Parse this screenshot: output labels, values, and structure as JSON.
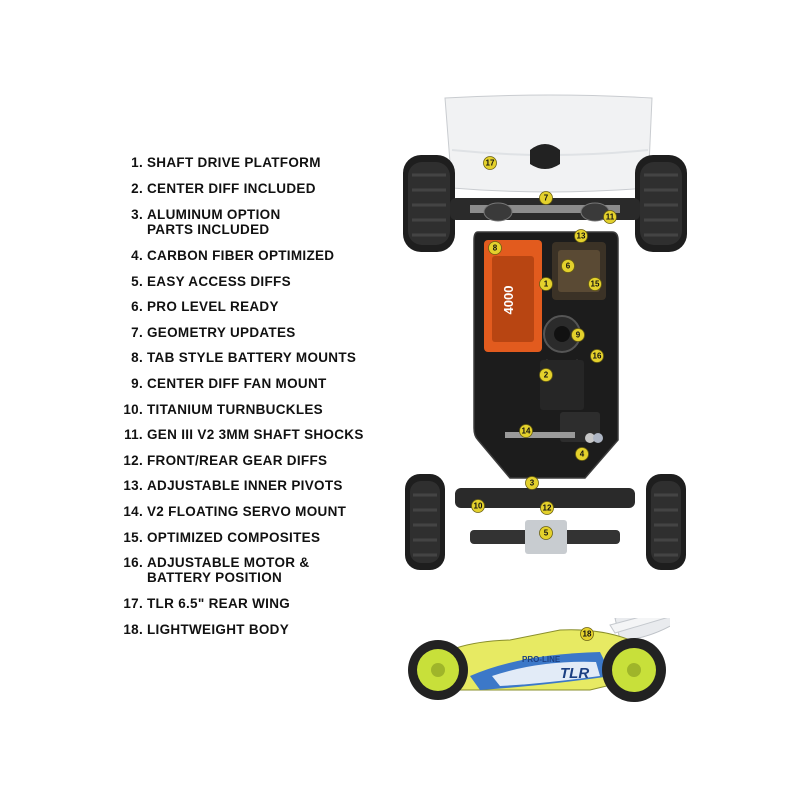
{
  "features": [
    {
      "num": "1.",
      "lines": [
        "SHAFT DRIVE PLATFORM"
      ]
    },
    {
      "num": "2.",
      "lines": [
        "CENTER DIFF INCLUDED"
      ]
    },
    {
      "num": "3.",
      "lines": [
        "ALUMINUM OPTION",
        "PARTS INCLUDED"
      ]
    },
    {
      "num": "4.",
      "lines": [
        "CARBON FIBER OPTIMIZED"
      ]
    },
    {
      "num": "5.",
      "lines": [
        "EASY ACCESS DIFFS"
      ]
    },
    {
      "num": "6.",
      "lines": [
        "PRO LEVEL READY"
      ]
    },
    {
      "num": "7.",
      "lines": [
        "GEOMETRY UPDATES"
      ]
    },
    {
      "num": "8.",
      "lines": [
        "TAB STYLE BATTERY MOUNTS"
      ]
    },
    {
      "num": "9.",
      "lines": [
        "CENTER DIFF FAN MOUNT"
      ]
    },
    {
      "num": "10.",
      "lines": [
        "TITANIUM TURNBUCKLES"
      ]
    },
    {
      "num": "11.",
      "lines": [
        "GEN III V2 3MM SHAFT SHOCKS"
      ]
    },
    {
      "num": "12.",
      "lines": [
        "FRONT/REAR GEAR DIFFS"
      ]
    },
    {
      "num": "13.",
      "lines": [
        "ADJUSTABLE INNER PIVOTS"
      ]
    },
    {
      "num": "14.",
      "lines": [
        "V2 FLOATING SERVO MOUNT"
      ]
    },
    {
      "num": "15.",
      "lines": [
        "OPTIMIZED COMPOSITES"
      ]
    },
    {
      "num": "16.",
      "lines": [
        "ADJUSTABLE MOTOR &",
        "BATTERY POSITION"
      ]
    },
    {
      "num": "17.",
      "lines": [
        "TLR 6.5\" REAR WING"
      ]
    },
    {
      "num": "18.",
      "lines": [
        "LIGHTWEIGHT BODY"
      ]
    }
  ],
  "callouts": [
    "1",
    "2",
    "3",
    "4",
    "5",
    "6",
    "7",
    "8",
    "9",
    "10",
    "11",
    "12",
    "13",
    "14",
    "15",
    "16",
    "17",
    "18"
  ],
  "battery_label": "4000",
  "body_decals": {
    "brand_a": "PRO-LINE",
    "brand_b": "TLR"
  },
  "colors": {
    "callout_fill": "#e4d12c",
    "wheel_lime": "#c8e03a",
    "battery_orange": "#e25b1e",
    "chassis_dark": "#1c1c1c"
  }
}
